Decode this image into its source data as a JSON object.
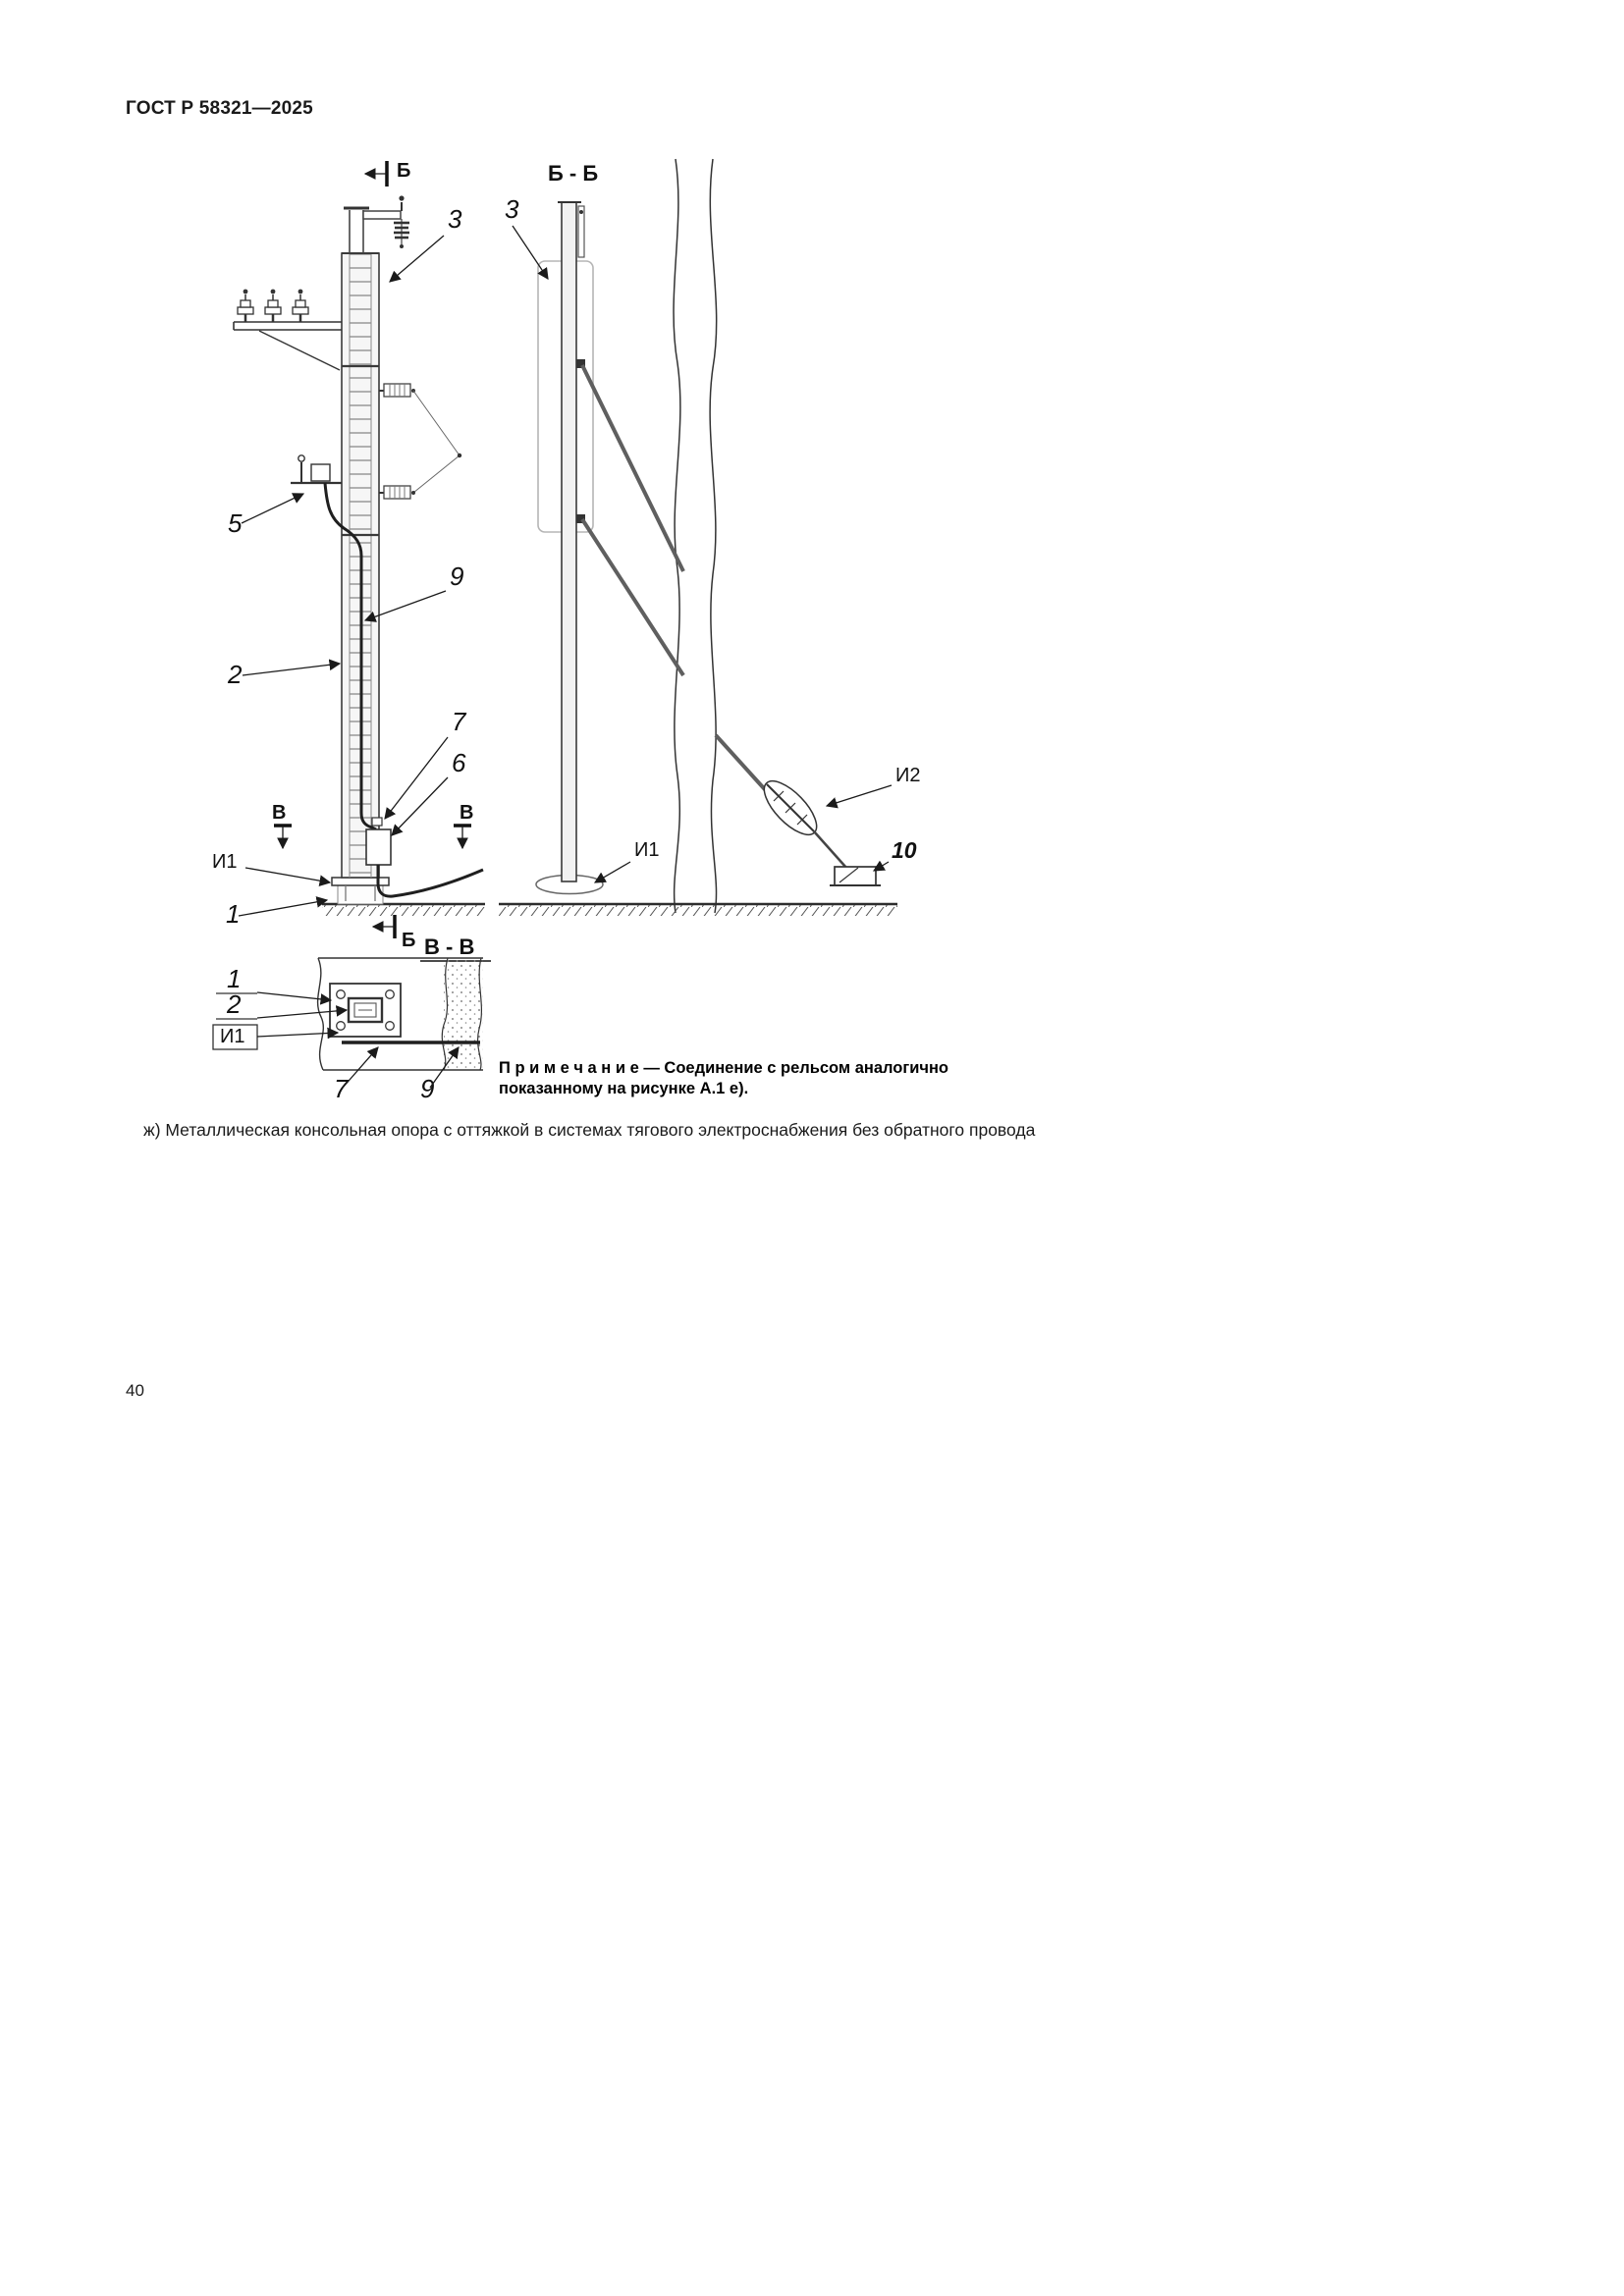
{
  "page": {
    "header": "ГОСТ Р 58321—2025",
    "page_number": "40",
    "caption": "ж) Металлическая консольная опора с оттяжкой в системах тягового электроснабжения без обратного провода"
  },
  "figure": {
    "note": {
      "line1": "П р и м е ч а н и е — Соединение с рельсом аналогично",
      "line2": "показанному на рисунке А.1 е)."
    },
    "views": {
      "bb_title": "Б - Б",
      "vv_title": "В - В"
    },
    "markers": {
      "b_top": "Б",
      "b_bottom": "Б",
      "v_left": "В",
      "v_right": "В"
    },
    "callouts": {
      "n1": "1",
      "n2": "2",
      "n3": "3",
      "n3b": "3",
      "n5": "5",
      "n6": "6",
      "n7": "7",
      "n9": "9",
      "n10": "10",
      "i1": "И1",
      "i1b": "И1",
      "i2": "И2",
      "vv1": "1",
      "vv2": "2",
      "vvi1": "И1",
      "vv7": "7",
      "vv9": "9"
    },
    "colors": {
      "ink": "#1a1a1a",
      "ghost": "#b5b5b5"
    }
  }
}
